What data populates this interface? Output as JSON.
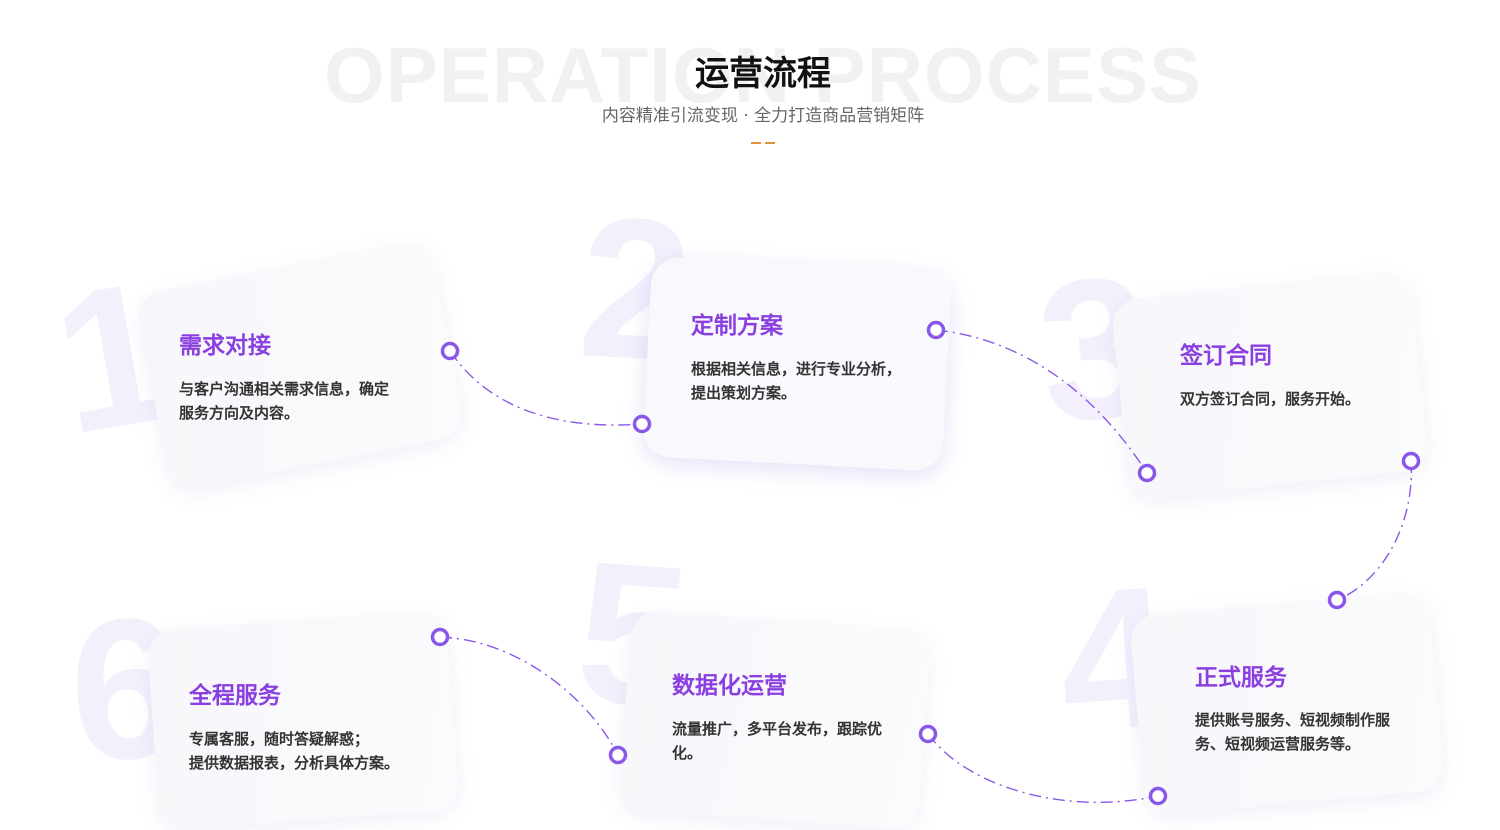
{
  "header": {
    "bg_text": "OPERATION PROCESS",
    "title": "运营流程",
    "subtitle": "内容精准引流变现 · 全力打造商品营销矩阵"
  },
  "colors": {
    "accent": "#8a3fe0",
    "connector": "#8a58e8",
    "underline": "#e3913a"
  },
  "steps": [
    {
      "number": "1",
      "title": "需求对接",
      "desc_lines": [
        "与客户沟通相关需求信息，确定",
        "服务方向及内容。"
      ]
    },
    {
      "number": "2",
      "title": "定制方案",
      "desc_lines": [
        "根据相关信息，进行专业分析，",
        "提出策划方案。"
      ]
    },
    {
      "number": "3",
      "title": "签订合同",
      "desc_lines": [
        "双方签订合同，服务开始。"
      ]
    },
    {
      "number": "4",
      "title": "正式服务",
      "desc_lines": [
        "提供账号服务、短视频制作服",
        "务、短视频运营服务等。"
      ]
    },
    {
      "number": "5",
      "title": "数据化运营",
      "desc_lines": [
        "流量推广，多平台发布，跟踪优",
        "化。"
      ]
    },
    {
      "number": "6",
      "title": "全程服务",
      "desc_lines": [
        "专属客服，随时答疑解惑；",
        "提供数据报表，分析具体方案。"
      ]
    }
  ]
}
